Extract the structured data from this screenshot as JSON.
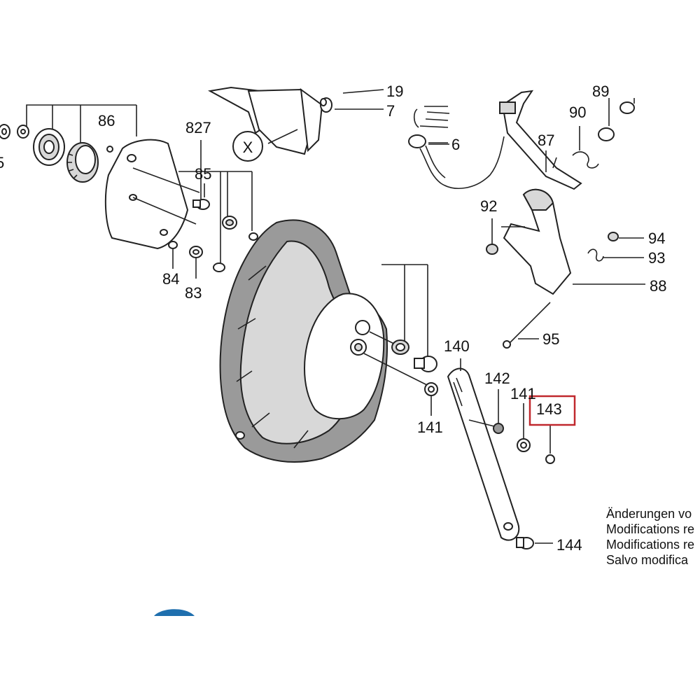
{
  "diagram": {
    "labels": [
      {
        "id": "19",
        "text": "19"
      },
      {
        "id": "7",
        "text": "7"
      },
      {
        "id": "6",
        "text": "6"
      },
      {
        "id": "86",
        "text": "86"
      },
      {
        "id": "827",
        "text": "827"
      },
      {
        "id": "85",
        "text": "85"
      },
      {
        "id": "84",
        "text": "84"
      },
      {
        "id": "83",
        "text": "83"
      },
      {
        "id": "89",
        "text": "89"
      },
      {
        "id": "90",
        "text": "90"
      },
      {
        "id": "87",
        "text": "87"
      },
      {
        "id": "92",
        "text": "92"
      },
      {
        "id": "94",
        "text": "94"
      },
      {
        "id": "93",
        "text": "93"
      },
      {
        "id": "88",
        "text": "88"
      },
      {
        "id": "95",
        "text": "95"
      },
      {
        "id": "140",
        "text": "140"
      },
      {
        "id": "142",
        "text": "142"
      },
      {
        "id": "141a",
        "text": "141"
      },
      {
        "id": "143",
        "text": "143"
      },
      {
        "id": "141b",
        "text": "141"
      },
      {
        "id": "144",
        "text": "144"
      },
      {
        "id": "5",
        "text": "5"
      }
    ],
    "callout_x": "X",
    "highlight_color": "#c0282d",
    "notes": [
      "Änderungen vo",
      "Modifications re",
      "Modifications re",
      "Salvo modifica"
    ]
  }
}
